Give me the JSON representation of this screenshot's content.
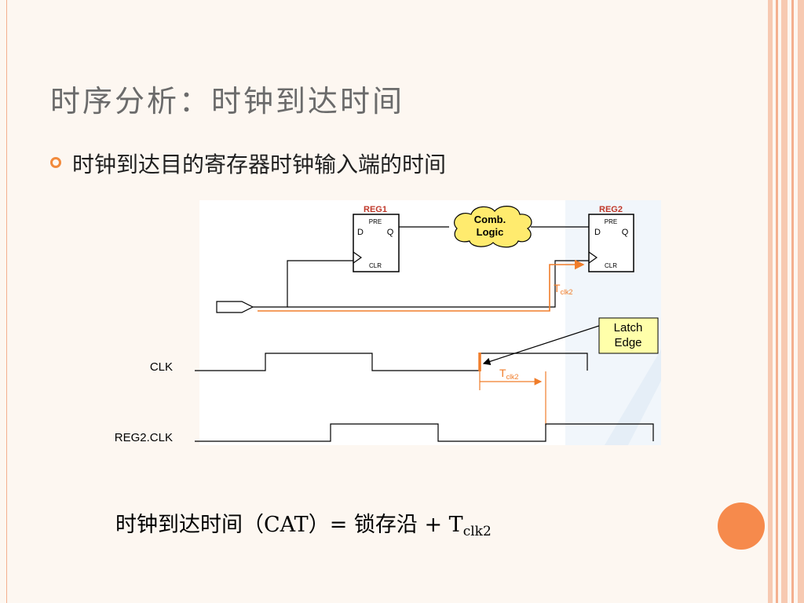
{
  "slide": {
    "title": "时序分析：时钟到达时间",
    "bullet": "时钟到达目的寄存器时钟输入端的时间",
    "formula": {
      "prefix": "时钟到达时间（CAT）= 锁存沿 + T",
      "subscript": "clk2"
    }
  },
  "diagram": {
    "reg1": {
      "name": "REG1",
      "pre": "PRE",
      "d": "D",
      "q": "Q",
      "clr": "CLR"
    },
    "reg2": {
      "name": "REG2",
      "pre": "PRE",
      "d": "D",
      "q": "Q",
      "clr": "CLR"
    },
    "comb_logic": {
      "line1": "Comb.",
      "line2": "Logic"
    },
    "tclk2_path": {
      "t": "T",
      "sub": "clk2"
    },
    "tclk2_wave": {
      "t": "T",
      "sub": "clk2"
    },
    "latch_edge": {
      "line1": "Latch",
      "line2": "Edge"
    },
    "waveforms": {
      "clk_label": "CLK",
      "reg2clk_label": "REG2.CLK"
    }
  },
  "colors": {
    "accent_orange": "#f07d2a",
    "reg_label_red": "#c0392b",
    "cloud_yellow": "#ffeb6e",
    "latch_box": "#ffffaa",
    "circle": "#f68a4c",
    "stripes": [
      "#f7c9b1",
      "#f4b08f",
      "#f7c9b1",
      "#f4b08f"
    ]
  }
}
